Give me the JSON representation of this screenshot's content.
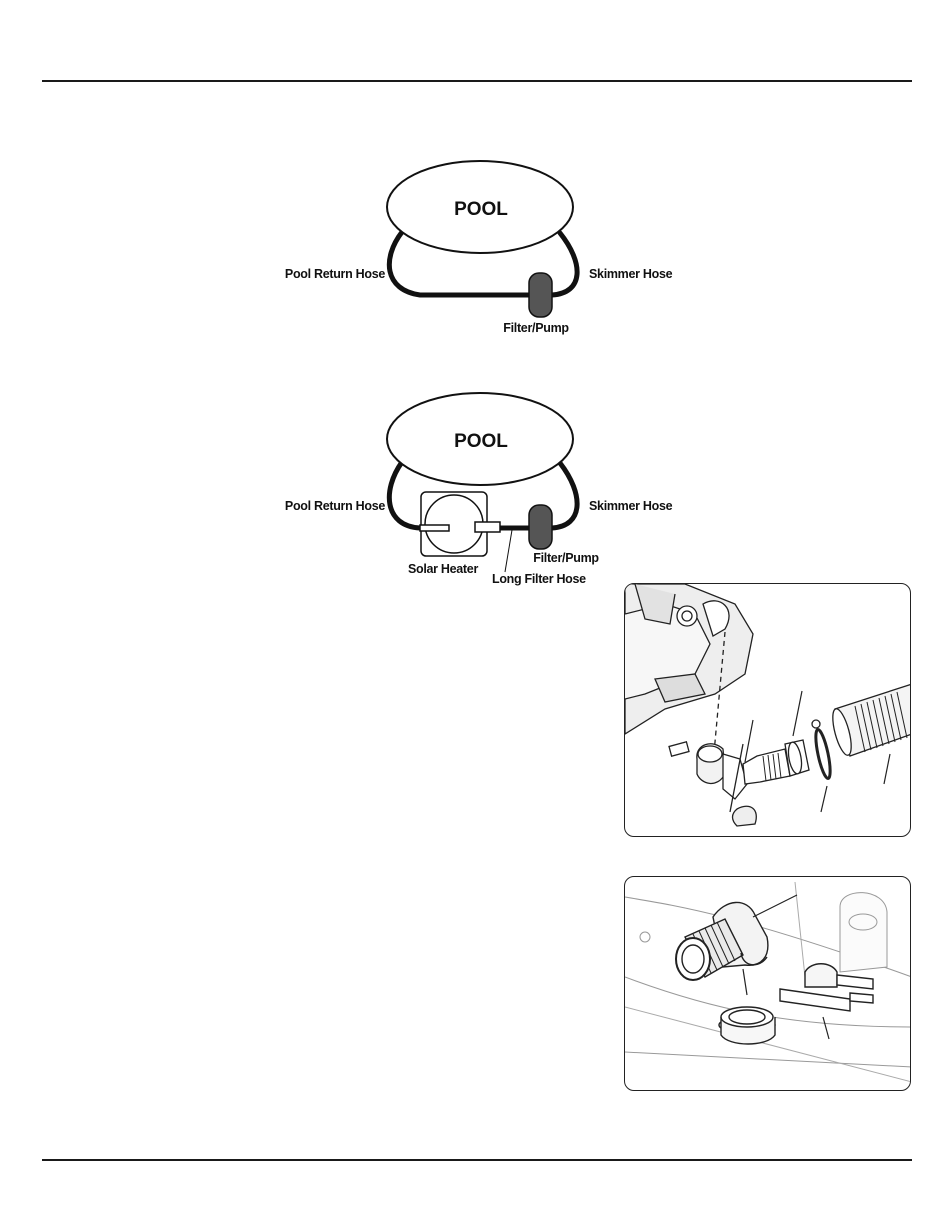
{
  "diagram_basic": {
    "pool_label": "POOL",
    "return_hose_label": "Pool Return Hose",
    "skimmer_hose_label": "Skimmer Hose",
    "filter_pump_label": "Filter/Pump"
  },
  "diagram_solar": {
    "pool_label": "POOL",
    "return_hose_label": "Pool Return Hose",
    "skimmer_hose_label": "Skimmer Hose",
    "filter_pump_label": "Filter/Pump",
    "solar_heater_label": "Solar Heater",
    "long_filter_hose_label": "Long Filter Hose"
  },
  "illustrations": [
    {
      "id": "hose-connection-assembly"
    },
    {
      "id": "elbow-fitting-and-clip"
    }
  ]
}
